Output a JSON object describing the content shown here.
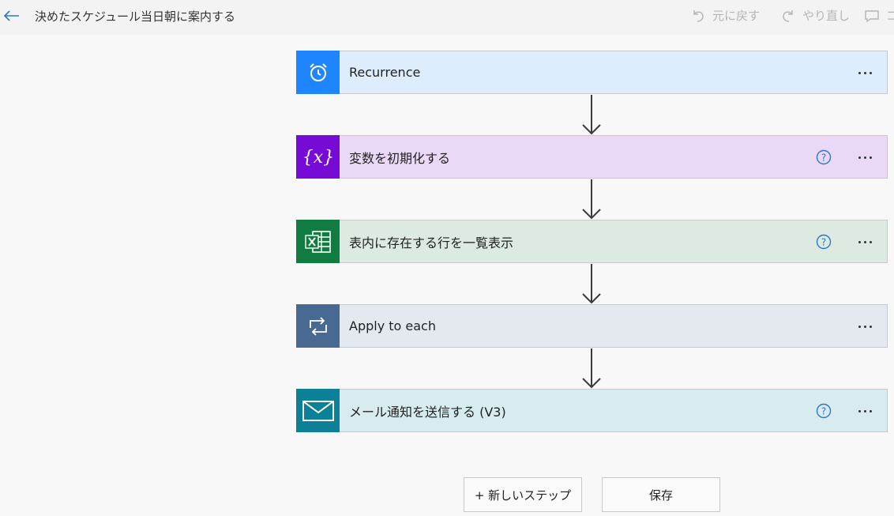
{
  "header": {
    "title": "決めたスケジュール当日朝に案内する",
    "undo_label": "元に戻す",
    "redo_label": "やり直し",
    "comment_label": "コ"
  },
  "steps": [
    {
      "label": "Recurrence",
      "icon": "alarm-clock-icon",
      "color": "#1f85ff",
      "bg": "#deedfe",
      "help": false
    },
    {
      "label": "変数を初期化する",
      "icon": "variable-icon",
      "color": "#770bd6",
      "bg": "#ead9f6",
      "help": true
    },
    {
      "label": "表内に存在する行を一覧表示",
      "icon": "excel-icon",
      "color": "#107c41",
      "bg": "#dceae2",
      "help": true
    },
    {
      "label": "Apply to each",
      "icon": "loop-icon",
      "color": "#486991",
      "bg": "#e4e9f0",
      "help": false
    },
    {
      "label": "メール通知を送信する (V3)",
      "icon": "mail-icon",
      "color": "#0b8097",
      "bg": "#d8ecef",
      "help": true
    }
  ],
  "footer": {
    "new_step_label": "+ 新しいステップ",
    "save_label": "保存"
  },
  "colors": {
    "accent": "#1f6fd8",
    "help": "#2f74d0",
    "disabled_text": "#b5b5b5"
  }
}
